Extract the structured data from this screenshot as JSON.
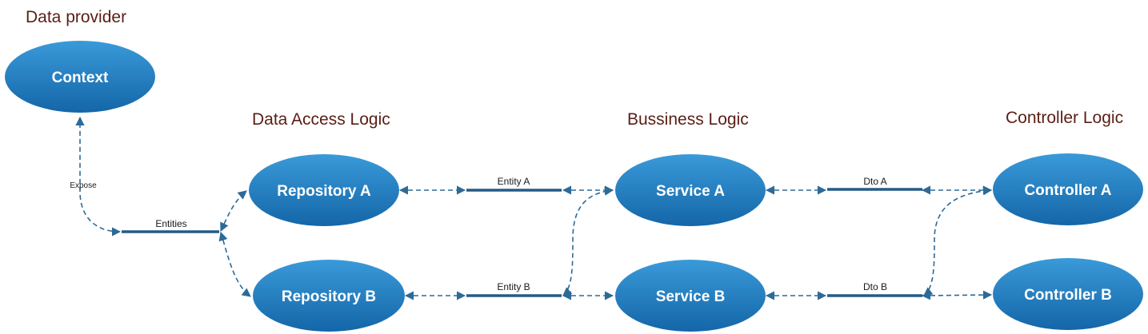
{
  "sections": {
    "data_provider": "Data provider",
    "data_access": "Data Access Logic",
    "business": "Bussiness Logic",
    "controller": "Controller Logic"
  },
  "nodes": {
    "context": "Context",
    "repository_a": "Repository A",
    "repository_b": "Repository B",
    "service_a": "Service A",
    "service_b": "Service B",
    "controller_a": "Controller A",
    "controller_b": "Controller B"
  },
  "bars": {
    "entities": "Entities",
    "entity_a": "Entity A",
    "entity_b": "Entity B",
    "dto_a": "Dto A",
    "dto_b": "Dto B"
  },
  "edge_labels": {
    "expose": "Expose"
  },
  "colors": {
    "node_fill_top": "#3a9ad9",
    "node_fill_bottom": "#1466a8",
    "connector": "#2c6a98",
    "bar": "#255b86",
    "section_title": "#5a1e14"
  }
}
